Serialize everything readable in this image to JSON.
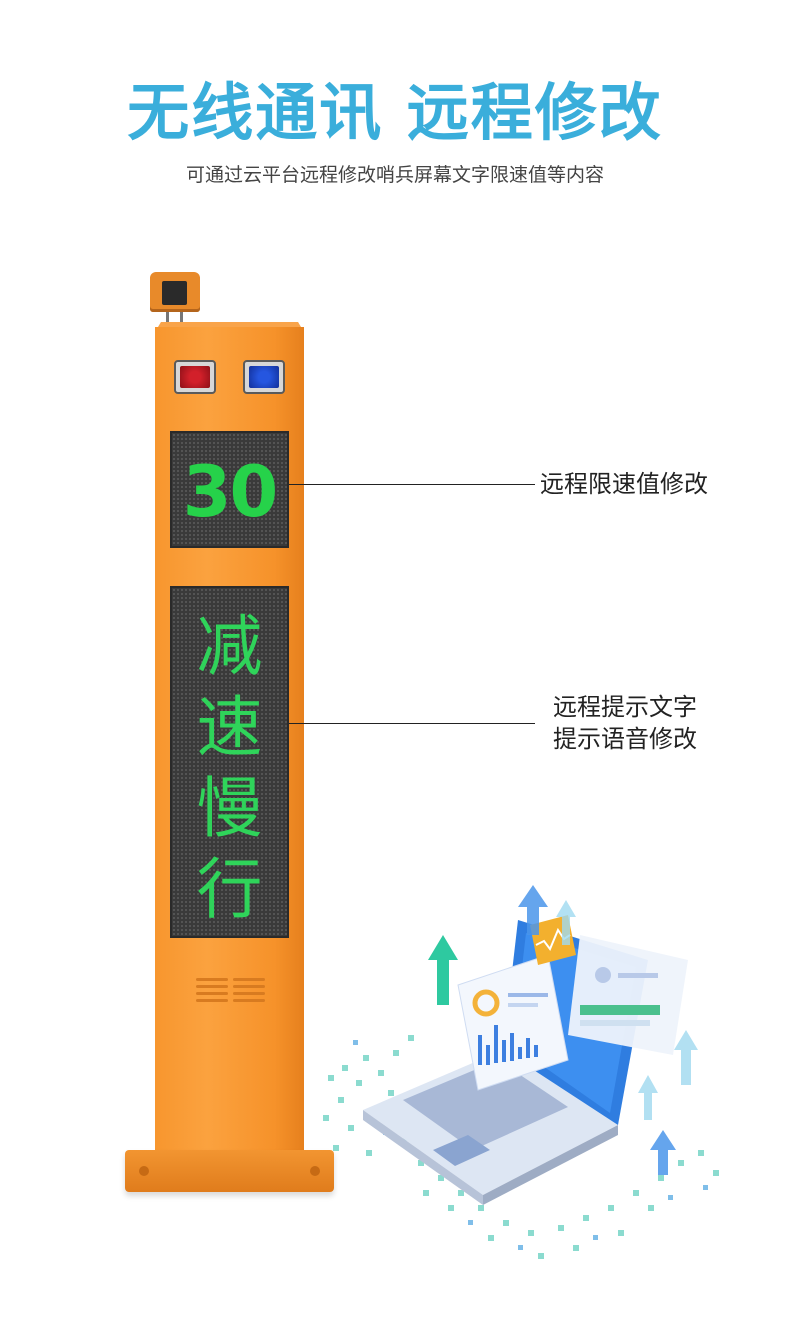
{
  "header": {
    "title": "无线通讯 远程修改",
    "subtitle": "可通过云平台远程修改哨兵屏幕文字限速值等内容"
  },
  "device": {
    "speed_display": "30",
    "text_display": [
      "减",
      "速",
      "慢",
      "行"
    ]
  },
  "callouts": {
    "speed_label": "远程限速值修改",
    "text_label_line1": "远程提示文字",
    "text_label_line2": "提示语音修改"
  },
  "colors": {
    "title": "#3aaedb",
    "pole": "#f7962e",
    "led_green": "#26d24a"
  },
  "icons": [
    "camera-icon",
    "red-warning-lamp-icon",
    "blue-warning-lamp-icon",
    "laptop-illustration-icon"
  ]
}
